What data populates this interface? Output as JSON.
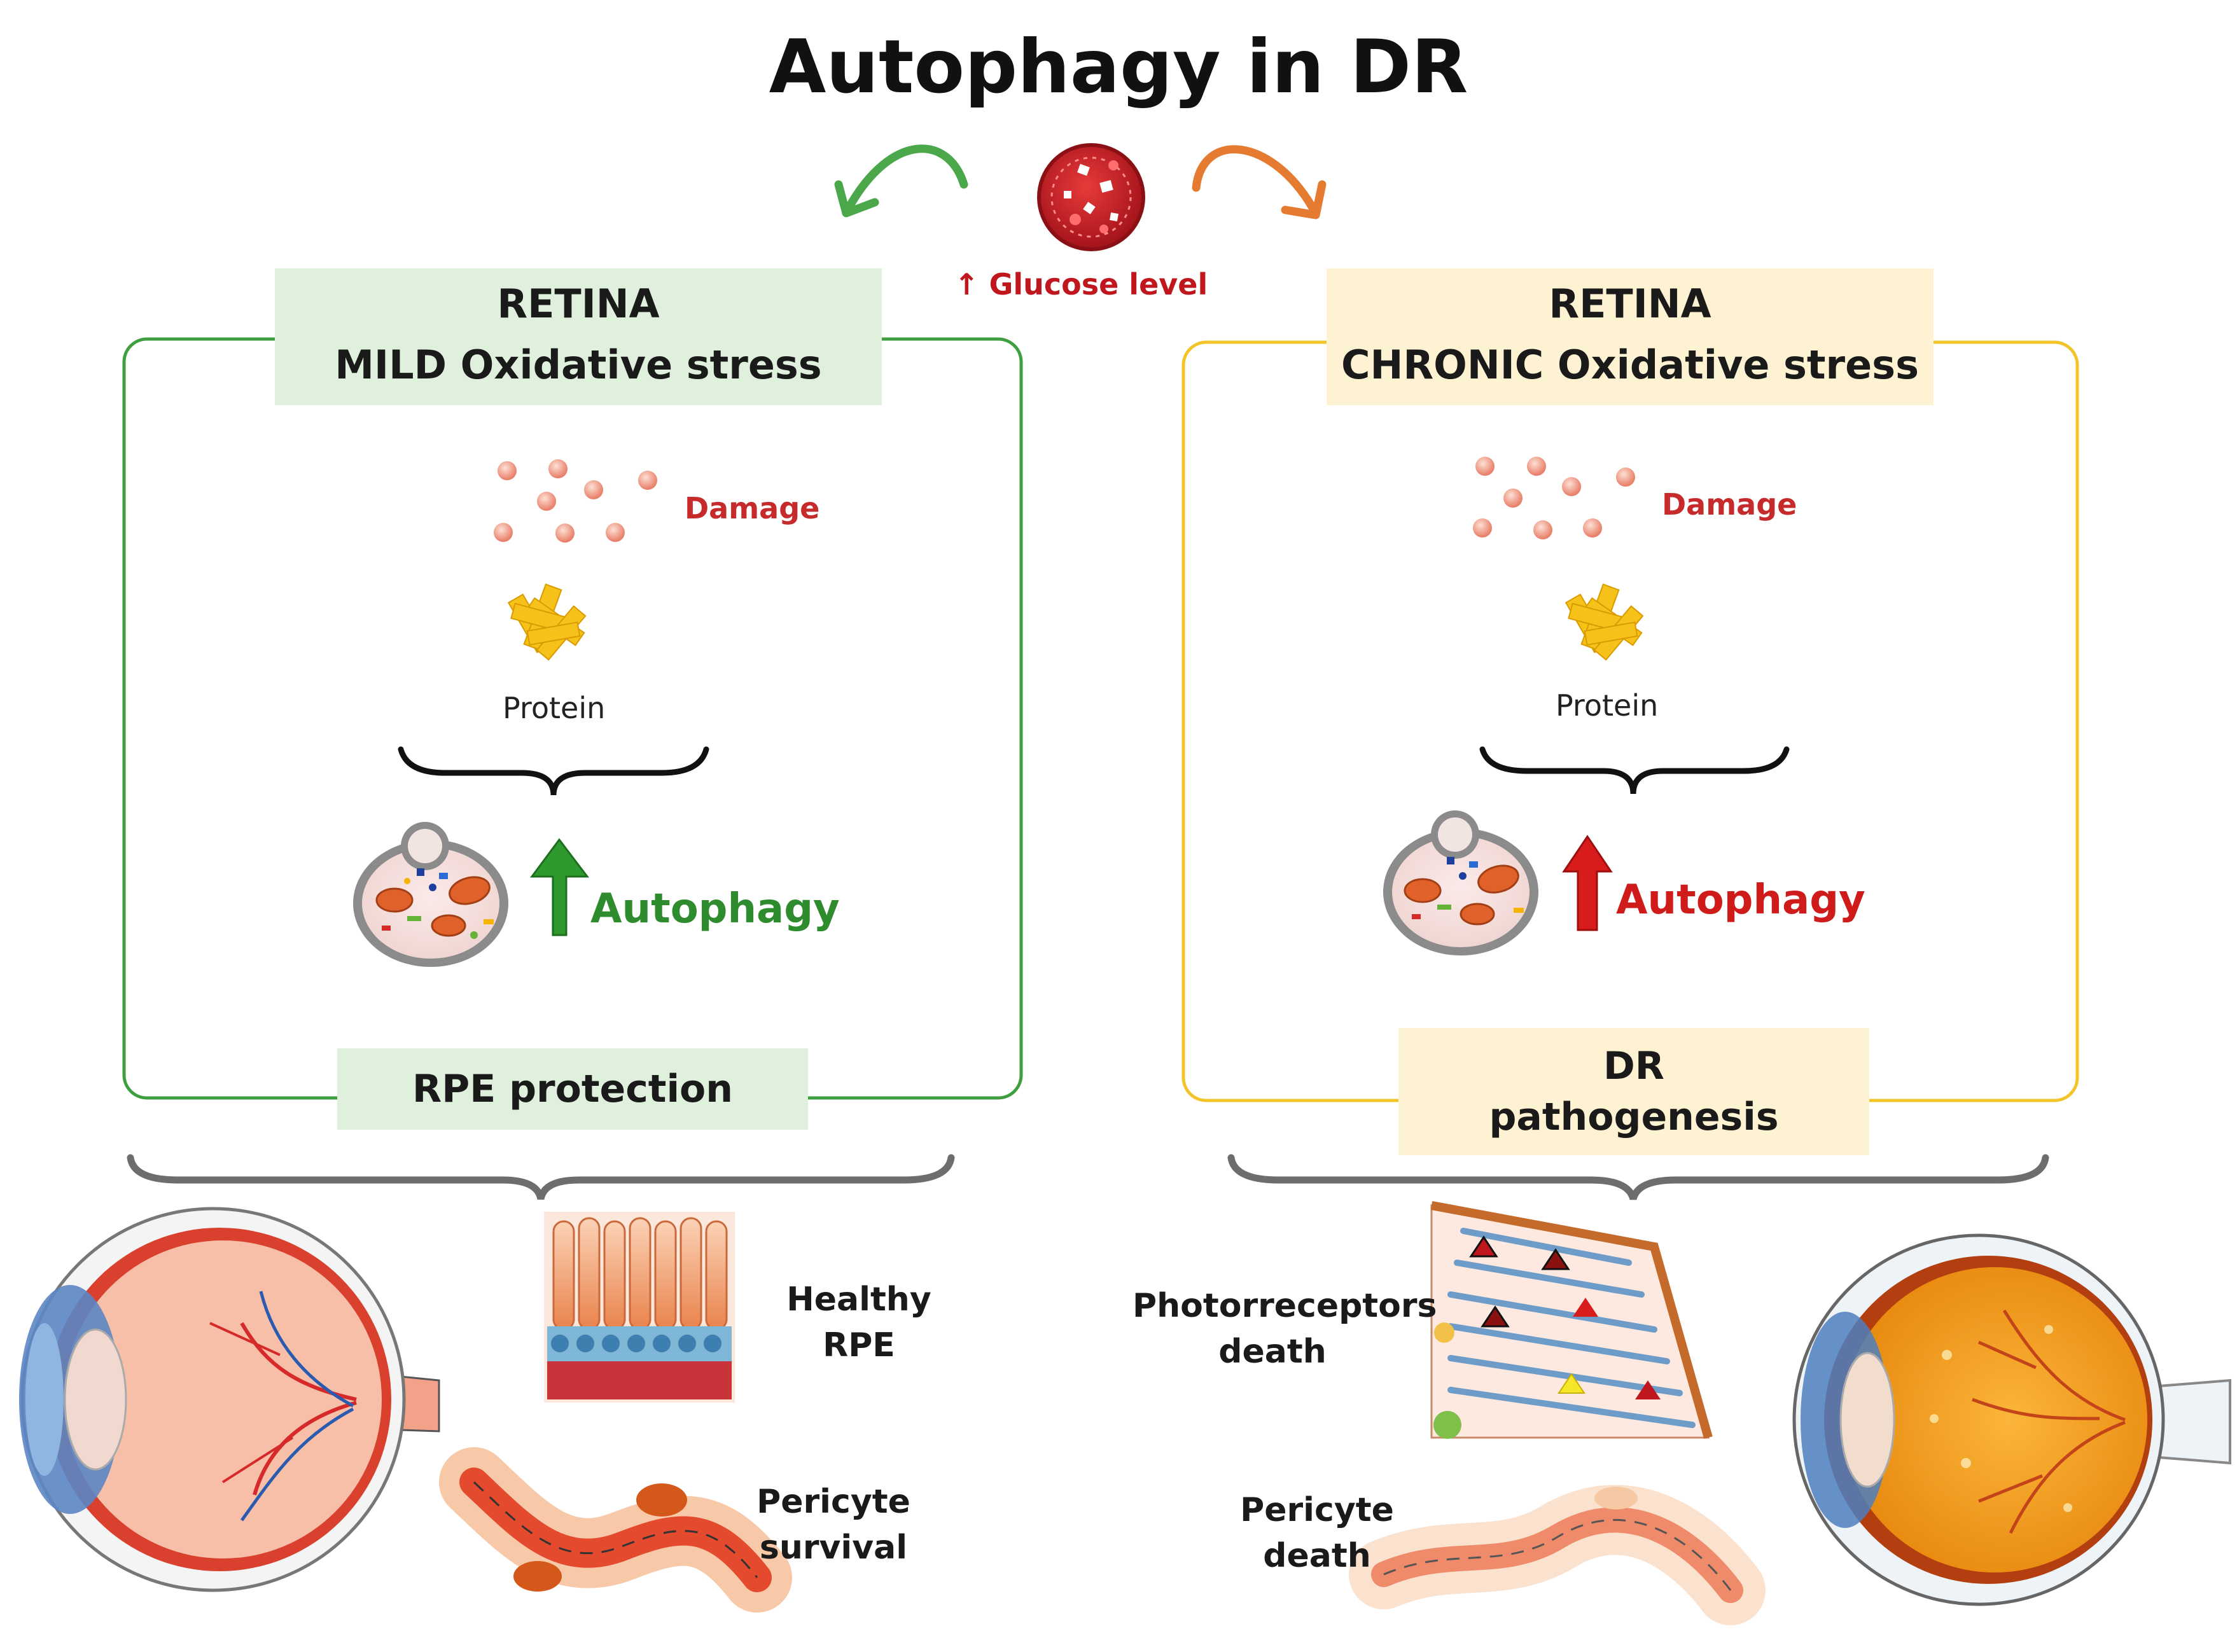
{
  "title": "Autophagy in DR",
  "glucose": {
    "arrow": "↑",
    "label": "Glucose level"
  },
  "left_panel": {
    "header_line1": "RETINA",
    "header_line2": "MILD Oxidative stress",
    "damage": "Damage",
    "protein": "Protein",
    "autophagy": "Autophagy",
    "footer": "RPE protection",
    "accent": "#2e9a2e",
    "header_bg": "#dff0dc"
  },
  "right_panel": {
    "header_line1": "RETINA",
    "header_line2": "CHRONIC Oxidative stress",
    "damage": "Damage",
    "protein": "Protein",
    "autophagy": "Autophagy",
    "footer_line1": "DR",
    "footer_line2": "pathogenesis",
    "accent": "#f0c419",
    "header_bg": "#fdf3d2"
  },
  "outcomes": {
    "healthy_rpe_line1": "Healthy",
    "healthy_rpe_line2": "RPE",
    "pericyte_survival_line1": "Pericyte",
    "pericyte_survival_line2": "survival",
    "photoreceptors_line1": "Photorreceptors",
    "photoreceptors_line2": "death",
    "pericyte_death_line1": "Pericyte",
    "pericyte_death_line2": "death"
  },
  "icons": [
    "green-curved-arrow-icon",
    "orange-curved-arrow-icon",
    "blood-vessel-icon",
    "damage-particles-icon",
    "protein-aggregate-icon",
    "autophagosome-icon",
    "up-arrow-icon",
    "eye-icon",
    "rpe-cells-icon",
    "pericyte-vessel-icon",
    "photoreceptor-layer-icon",
    "diabetic-eye-icon"
  ]
}
